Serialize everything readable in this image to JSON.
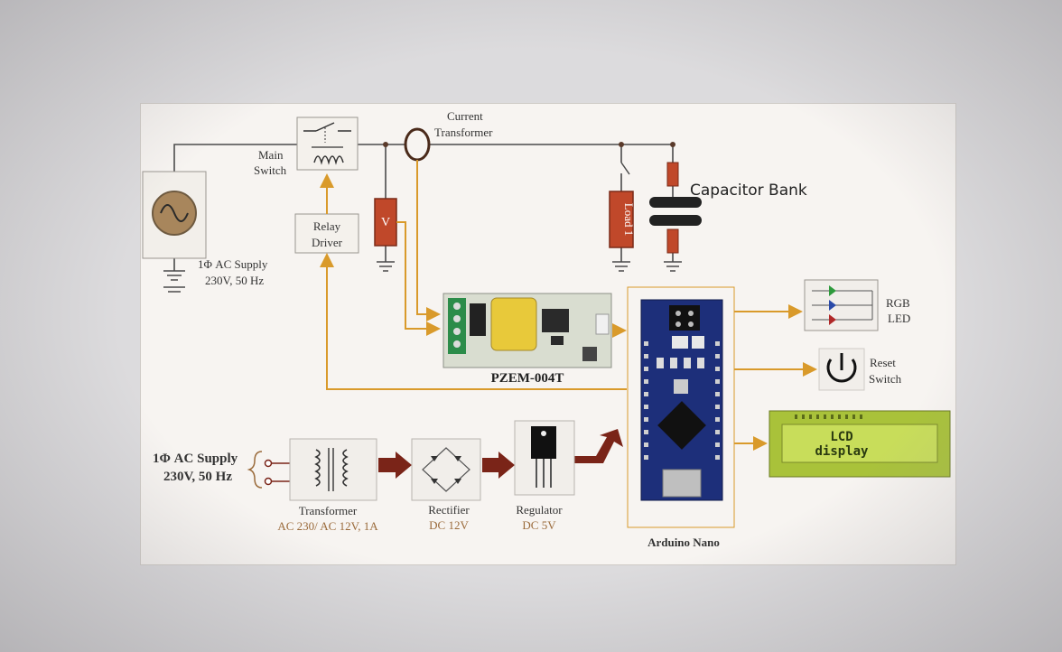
{
  "labels": {
    "current_transformer_1": "Current",
    "current_transformer_2": "Transformer",
    "main_switch_1": "Main",
    "main_switch_2": "Switch",
    "relay_driver_1": "Relay",
    "relay_driver_2": "Driver",
    "voltmeter": "V",
    "load": "Load 1",
    "capacitor_bank": "Capacitor Bank",
    "ac_supply_top_1": "1Φ AC Supply",
    "ac_supply_top_2": "230V, 50 Hz",
    "pzem": "PZEM-004T",
    "rgb_led_1": "RGB",
    "rgb_led_2": "LED",
    "reset_switch_1": "Reset",
    "reset_switch_2": "Switch",
    "lcd_1": "LCD",
    "lcd_2": "display",
    "arduino": "Arduino Nano",
    "ac_supply_bottom_1": "1Φ AC Supply",
    "ac_supply_bottom_2": "230V, 50 Hz",
    "transformer_1": "Transformer",
    "transformer_2": "AC 230/ AC 12V, 1A",
    "rectifier_1": "Rectifier",
    "rectifier_2": "DC 12V",
    "regulator_1": "Regulator",
    "regulator_2": "DC 5V"
  },
  "colors": {
    "wire": "#4a4a4a",
    "signal": "#d99a2b",
    "power_arrow": "#7a2418",
    "load_fill": "#c0482a",
    "board_blue": "#1d2f7a",
    "lcd_green": "#b9d048"
  }
}
